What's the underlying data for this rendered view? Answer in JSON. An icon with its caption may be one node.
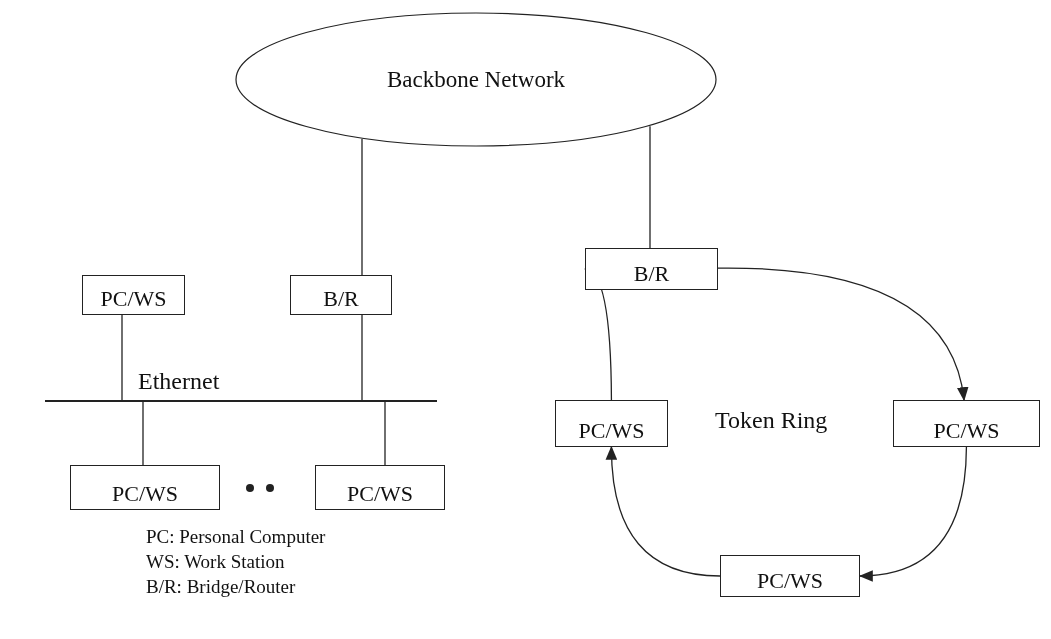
{
  "diagram": {
    "nodes": [
      {
        "text": [
          "Backbone Network"
        ]
      },
      {
        "text": [
          "PC/WS"
        ]
      },
      {
        "text": [
          "B/R"
        ]
      },
      {
        "text": [
          "Ethernet"
        ]
      },
      {
        "text": [
          "PC/WS"
        ]
      },
      {
        "text": [
          "PC/WS"
        ]
      },
      {
        "text": [
          "B/R"
        ]
      },
      {
        "text": [
          "PC/WS"
        ]
      },
      {
        "text": [
          "PC/WS"
        ]
      },
      {
        "text": [
          "PC/WS"
        ]
      }
    ],
    "edges": [
      {
        "from": 0,
        "to": 2,
        "arrow": "none"
      },
      {
        "from": 2,
        "to": 3,
        "arrow": "none"
      },
      {
        "from": 1,
        "to": 3,
        "arrow": "none"
      },
      {
        "from": 3,
        "to": 4,
        "arrow": "none"
      },
      {
        "from": 3,
        "to": 5,
        "arrow": "none"
      },
      {
        "from": 0,
        "to": 6,
        "arrow": "none"
      },
      {
        "from": 6,
        "to": 8,
        "arrow": "to"
      },
      {
        "from": 8,
        "to": 9,
        "arrow": "to"
      },
      {
        "from": 9,
        "to": 7,
        "arrow": "to"
      },
      {
        "from": 7,
        "to": 6,
        "arrow": "to"
      }
    ],
    "labels": [
      "Token Ring",
      "PC: Personal Computer",
      "WS: Work Station",
      "B/R: Bridge/Router"
    ]
  }
}
